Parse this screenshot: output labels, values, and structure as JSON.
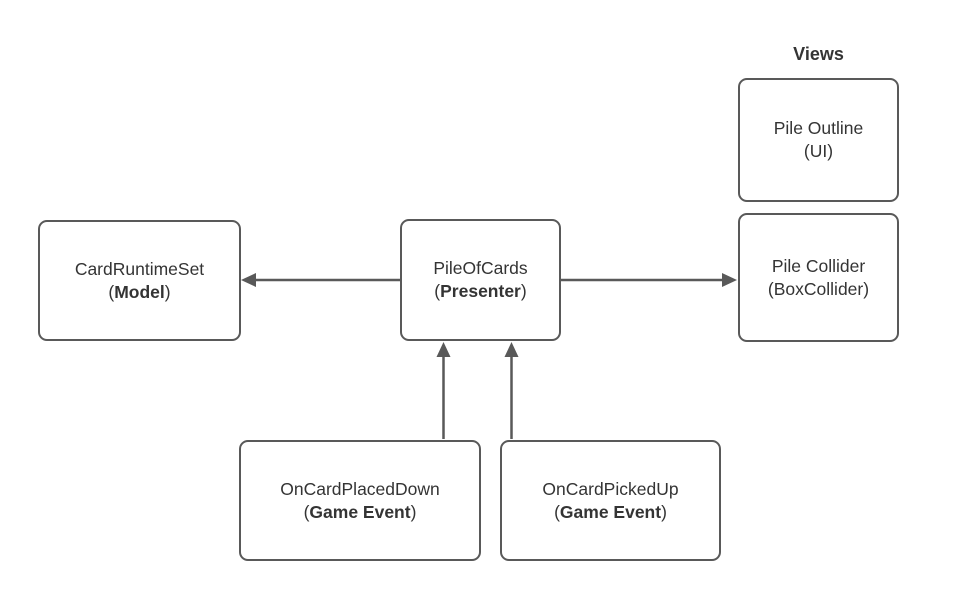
{
  "views_label": "Views",
  "nodes": {
    "pile_outline": {
      "line1": "Pile Outline",
      "line2": "(UI)"
    },
    "card_runtime_set": {
      "line1": "CardRuntimeSet",
      "paren_open": "(",
      "emphasis": "Model",
      "paren_close": ")"
    },
    "pile_of_cards": {
      "line1": "PileOfCards",
      "paren_open": "(",
      "emphasis": "Presenter",
      "paren_close": ")"
    },
    "pile_collider": {
      "line1": "Pile Collider",
      "line2": "(BoxCollider)"
    },
    "on_card_placed_down": {
      "line1": "OnCardPlacedDown",
      "paren_open": "(",
      "emphasis": "Game Event",
      "paren_close": ")"
    },
    "on_card_picked_up": {
      "line1": "OnCardPickedUp",
      "paren_open": "(",
      "emphasis": "Game Event",
      "paren_close": ")"
    }
  },
  "edges": [
    {
      "from": "PileOfCards (Presenter)",
      "to": "CardRuntimeSet (Model)",
      "direction": "left"
    },
    {
      "from": "PileOfCards (Presenter)",
      "to": "Pile Collider (BoxCollider)",
      "direction": "right"
    },
    {
      "from": "OnCardPlacedDown (Game Event)",
      "to": "PileOfCards (Presenter)",
      "direction": "up"
    },
    {
      "from": "OnCardPickedUp (Game Event)",
      "to": "PileOfCards (Presenter)",
      "direction": "up"
    }
  ],
  "colors": {
    "bg": "#ffffff",
    "border": "#595959",
    "text": "#343434",
    "arrow": "#595959"
  }
}
